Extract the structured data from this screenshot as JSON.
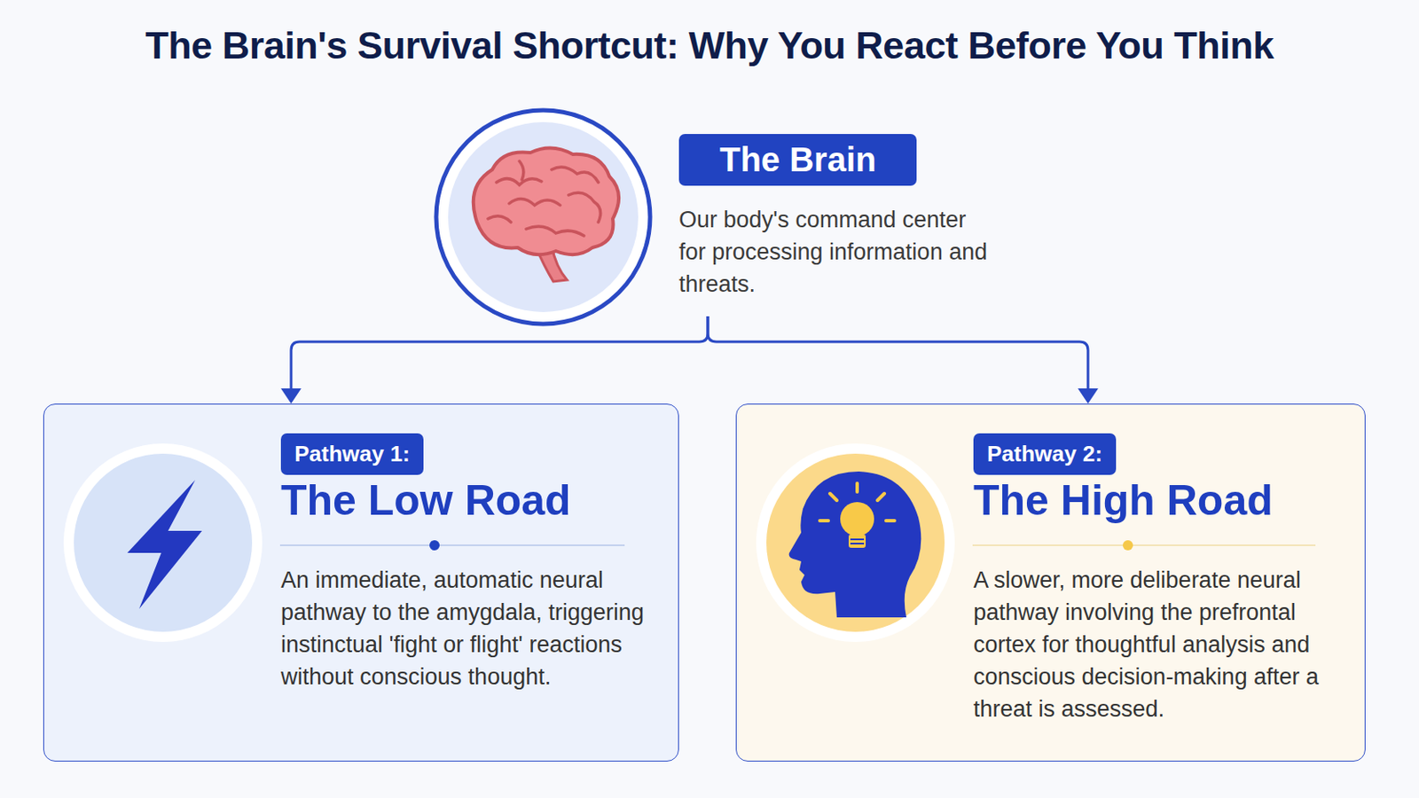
{
  "diagram": {
    "title": "The Brain's Survival Shortcut: Why You React Before You Think",
    "nodes": [
      {
        "text": [
          "The Brain",
          "Our body's command center for processing information and threats."
        ]
      },
      {
        "text": [
          "Pathway 1:",
          "The Low Road",
          "An immediate, automatic neural pathway to the amygdala, triggering instinctual 'fight or flight' reactions without conscious thought."
        ]
      },
      {
        "text": [
          "Pathway 2:",
          "The High Road",
          "A slower, more deliberate neural pathway involving the prefrontal cortex for thoughtful analysis and conscious decision-making after a threat is assessed."
        ]
      }
    ],
    "edges": [
      {
        "from": 0,
        "to": 1,
        "arrow": "to"
      },
      {
        "from": 0,
        "to": 2,
        "arrow": "to"
      }
    ]
  }
}
